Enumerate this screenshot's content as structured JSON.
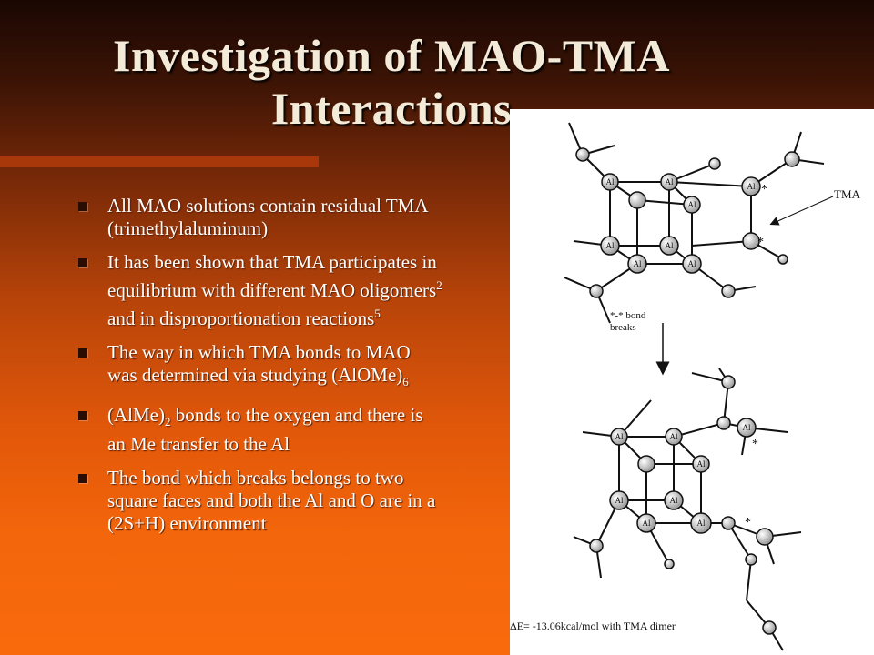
{
  "title": {
    "line1": "Investigation of MAO-TMA",
    "line2": "Interactions"
  },
  "bullets": [
    {
      "text": "All MAO solutions contain residual TMA (trimethylaluminum)"
    },
    {
      "text": "It has been shown that TMA participates in equilibrium with different MAO oligomers",
      "sup1": "2",
      "mid": " and in disproportionation reactions",
      "sup2": "5"
    },
    {
      "text": "The way in which TMA bonds to MAO was determined via studying (AlOMe)",
      "sub": "6"
    },
    {
      "text": "(AlMe)",
      "sub": "2",
      "rest": " bonds to the oxygen and there is an Me transfer to the Al"
    },
    {
      "text": "The bond which breaks belongs to two square faces and both the Al and O are in a (2S+H) environment"
    }
  ],
  "figure": {
    "label_tma": "TMA",
    "label_breaks_1": "*-* bond",
    "label_breaks_2": "breaks",
    "energy_label": "ΔE= -13.06kcal/mol with TMA dimer",
    "star": "*",
    "atom_label": "Al"
  }
}
